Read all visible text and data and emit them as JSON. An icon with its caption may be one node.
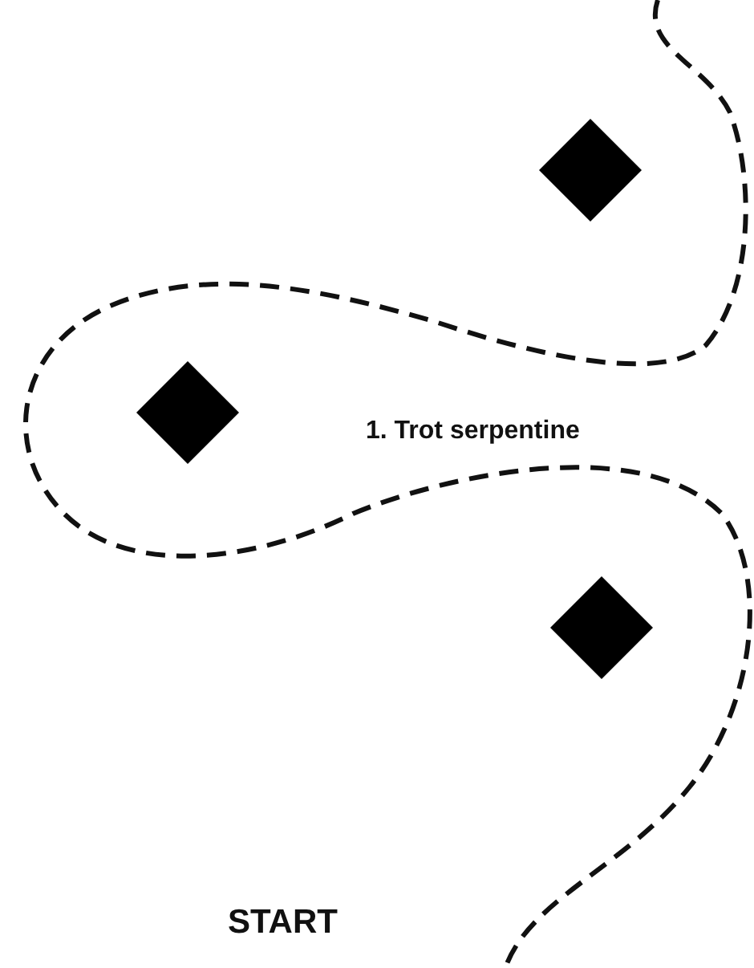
{
  "diagram": {
    "nodes": [
      {
        "text": [],
        "shape": "diamond"
      },
      {
        "text": [],
        "shape": "diamond"
      },
      {
        "text": [],
        "shape": "diamond"
      }
    ],
    "labels": [
      "1. Trot serpentine",
      "START"
    ]
  }
}
